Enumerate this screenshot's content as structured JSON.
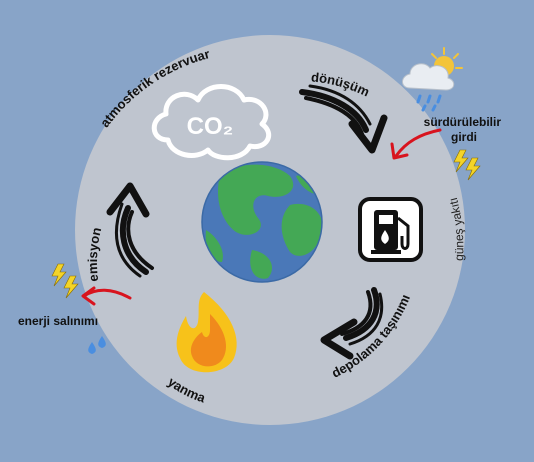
{
  "center": {
    "icon": "earth-globe-icon"
  },
  "nodes": {
    "reservoir": {
      "icon": "co2-cloud-icon",
      "symbol": "CO₂",
      "label": "atmosferik rezervuar"
    },
    "fuel": {
      "icon": "fuel-pump-icon",
      "label": "güneş yakıtı"
    },
    "combustion": {
      "icon": "fire-icon",
      "label": "yanma"
    }
  },
  "arrows": {
    "conversion": {
      "label": "dönüşüm"
    },
    "storage": {
      "label": "depolama taşınımı"
    },
    "emission": {
      "label": "emisyon"
    }
  },
  "inputs": {
    "sustainable": {
      "label_line1": "sürdürülebilir",
      "label_line2": "girdi",
      "icon": "weather-sun-rain-icon"
    },
    "energy_release": {
      "label": "enerji salınımı",
      "icon": "lightning-icon"
    }
  },
  "colors": {
    "background": "#88a4c8",
    "circle": "#bfc5cf",
    "arrow_black": "#111111",
    "arrow_red": "#d8141e",
    "ocean": "#4a78b8",
    "land": "#44a855",
    "flame_outer": "#f7c21a",
    "flame_inner": "#f08a1c",
    "lightning": "#f4d428"
  }
}
